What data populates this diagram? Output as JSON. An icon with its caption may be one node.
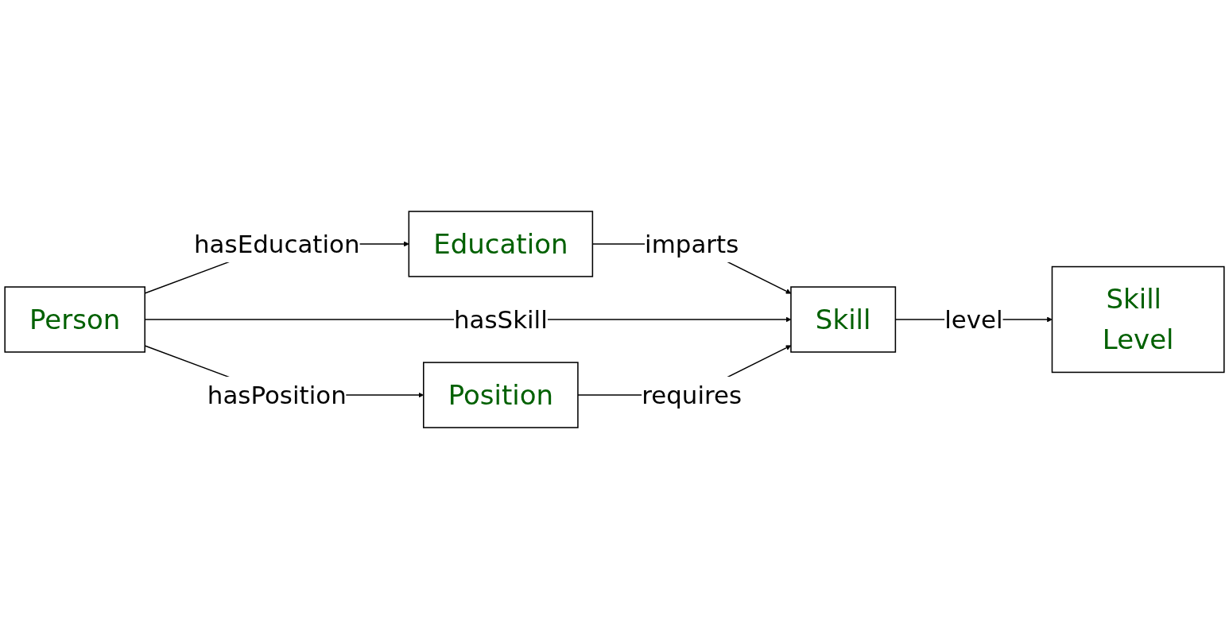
{
  "diagram": {
    "nodes": [
      {
        "text": [
          "Education"
        ]
      },
      {
        "text": [
          "Person"
        ]
      },
      {
        "text": [
          "Skill"
        ]
      },
      {
        "text": [
          "Skill Level"
        ]
      },
      {
        "text": [
          "Position"
        ]
      }
    ],
    "edges": [
      {
        "from": 1,
        "to": 0,
        "arrow": "to",
        "label": "hasEducation"
      },
      {
        "from": 0,
        "to": 2,
        "arrow": "to",
        "label": "imparts"
      },
      {
        "from": 1,
        "to": 2,
        "arrow": "to",
        "label": "hasSkill"
      },
      {
        "from": 2,
        "to": 3,
        "arrow": "to",
        "label": "level"
      },
      {
        "from": 1,
        "to": 4,
        "arrow": "to",
        "label": "hasPosition"
      },
      {
        "from": 4,
        "to": 2,
        "arrow": "to",
        "label": "requires"
      }
    ]
  }
}
